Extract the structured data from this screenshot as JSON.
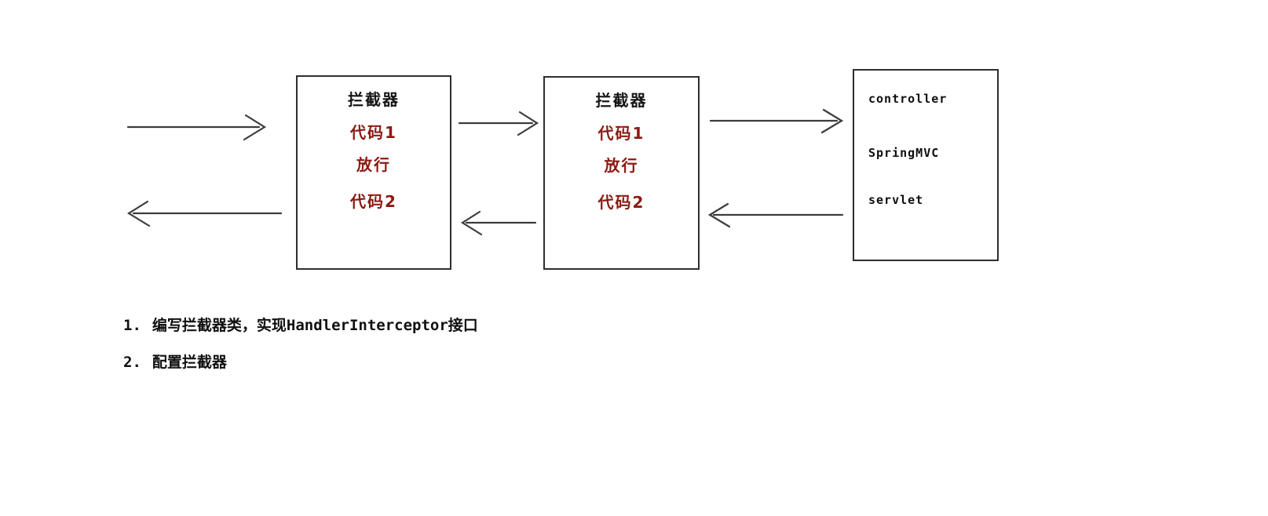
{
  "colors": {
    "background": "#ffffff",
    "box_border": "#2e2e2e",
    "arrow": "#3c3c3c",
    "heading_text": "#151515",
    "red_text": "#8c1a12",
    "note_text": "#101010"
  },
  "boxes": {
    "interceptor1": {
      "title": "拦截器",
      "code1": "代码1",
      "pass": "放行",
      "code2": "代码2"
    },
    "interceptor2": {
      "title": "拦截器",
      "code1": "代码1",
      "pass": "放行",
      "code2": "代码2"
    },
    "target": {
      "controller": "controller",
      "springmvc": "SpringMVC",
      "servlet": "servlet"
    }
  },
  "notes": [
    {
      "marker": "1.",
      "text": "编写拦截器类，实现HandlerInterceptor接口"
    },
    {
      "marker": "2.",
      "text": "配置拦截器"
    }
  ]
}
